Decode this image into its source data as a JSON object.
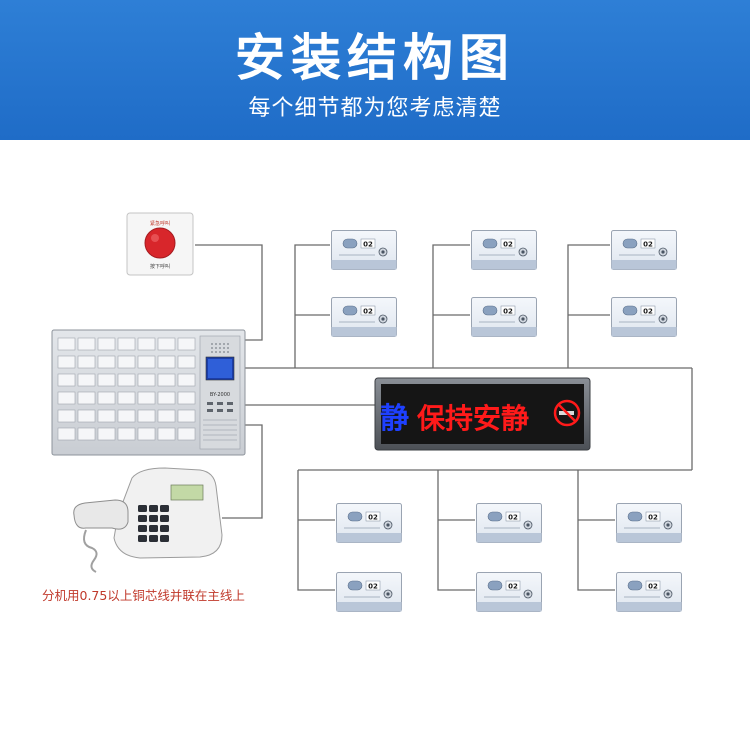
{
  "header": {
    "title": "安装结构图",
    "subtitle": "每个细节都为您考虑清楚"
  },
  "emergency_button": {
    "label_top": "紧急呼叫",
    "label_bottom": "按下呼叫"
  },
  "host_panel": {
    "model": "BY-2000"
  },
  "bedside_unit": {
    "number": "02"
  },
  "led_display": {
    "prefix": "静",
    "text": "保持安静",
    "prefix_color": "#1e40ff",
    "text_color": "#ff1a1a",
    "icon": "no-smoking-icon"
  },
  "caption": "分机用0.75以上铜芯线并联在主线上",
  "colors": {
    "banner": "#1f6cc7",
    "wire": "#6b6b6b",
    "caption": "#c0392b"
  }
}
